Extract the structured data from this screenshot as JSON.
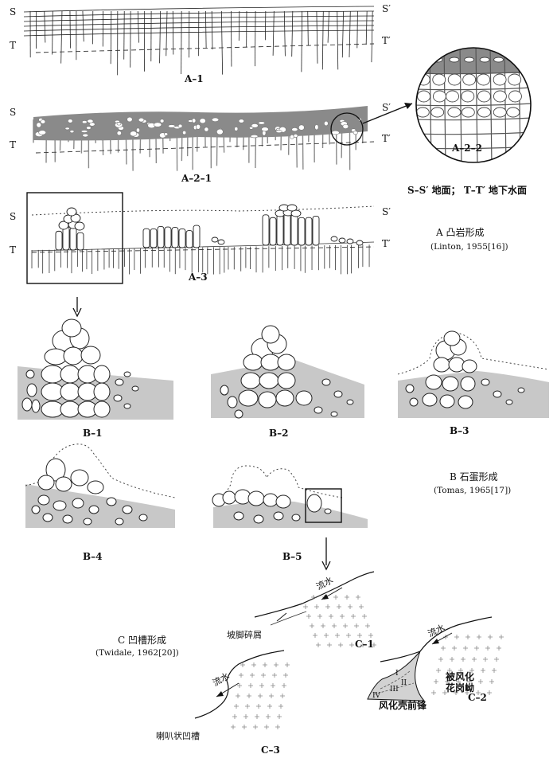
{
  "panels": {
    "a1": {
      "caption": "A–1",
      "s": "S",
      "s_prime": "S′",
      "t": "T",
      "t_prime": "T′"
    },
    "a21": {
      "caption": "A–2–1",
      "s": "S",
      "s_prime": "S′",
      "t": "T",
      "t_prime": "T′"
    },
    "a22": {
      "caption": "A–2–2"
    },
    "a3": {
      "caption": "A–3",
      "s": "S",
      "s_prime": "S′",
      "t": "T",
      "t_prime": "T′"
    },
    "b1": {
      "caption": "B–1"
    },
    "b2": {
      "caption": "B–2"
    },
    "b3": {
      "caption": "B–3"
    },
    "b4": {
      "caption": "B–4"
    },
    "b5": {
      "caption": "B–5"
    },
    "c1": {
      "caption": "C–1",
      "flow": "流水",
      "note": "坡脚碎屑"
    },
    "c2": {
      "caption": "C–2",
      "flow": "流水",
      "weathered": "被风化",
      "granite": "花岗岰",
      "front": "风化壳前锋",
      "zone1": "I",
      "zone2": "II",
      "zone3": "III",
      "zone4": "IV"
    },
    "c3": {
      "caption": "C–3",
      "flow": "流水",
      "note": "喇叭状凹槽"
    }
  },
  "legend": {
    "text": "S–S′ 地面；  T–T′ 地下水面"
  },
  "section_a": {
    "title": "A 凸岩形成",
    "cite": "(Linton, 1955[16])"
  },
  "section_b": {
    "title": "B 石蛋形成",
    "cite": "(Tomas, 1965[17])"
  },
  "section_c": {
    "title": "C 凹槽形成",
    "cite": "(Twidale, 1962[20])"
  },
  "colors": {
    "ink": "#111111",
    "rock_gray": "#c8c8c8",
    "dark_gray": "#8a8a8a",
    "boulder": "#ffffff",
    "zone_gray": "#d2d2d2"
  }
}
